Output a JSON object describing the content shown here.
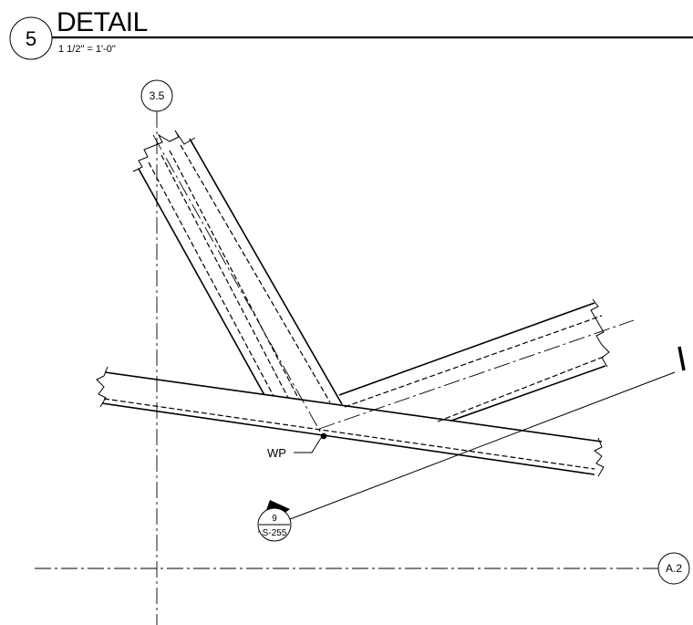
{
  "title_block": {
    "number": "5",
    "title": "DETAIL",
    "scale": "1 1/2\" = 1'-0\""
  },
  "grid_lines": {
    "vertical": "3.5",
    "horizontal": "A.2"
  },
  "work_point": {
    "label": "WP"
  },
  "section_callout": {
    "detail": "9",
    "sheet": "S-255"
  }
}
